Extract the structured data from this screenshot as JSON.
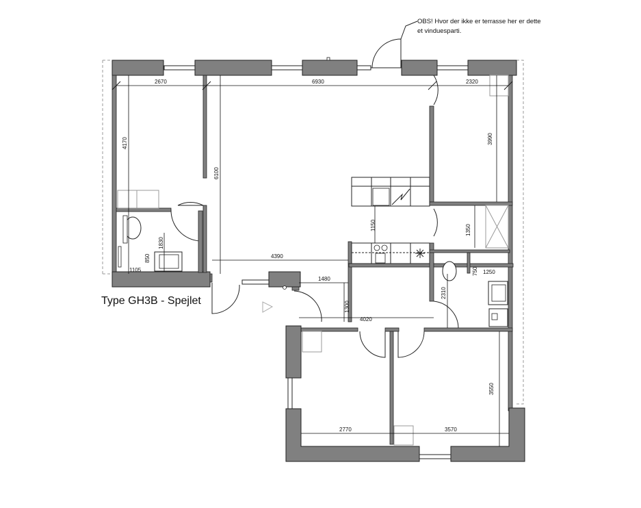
{
  "title": "Type GH3B - Spejlet",
  "note": {
    "line1": "OBS! Hvor der ikke er terrasse her er dette",
    "line2": "et vinduesparti."
  },
  "dimensions": {
    "top_left_room_width": "2670",
    "living_width": "6930",
    "top_right_room_width": "2320",
    "left_room_height": "4170",
    "living_height": "6100",
    "right_room_height": "3990",
    "bathroom_left_height": "1830",
    "bathroom_left_sink": "850",
    "bathroom_left_width": "1105",
    "living_lower_width": "4390",
    "kitchen_gap": "1150",
    "hall_width": "1480",
    "hall_height": "1300",
    "corridor_width": "4020",
    "closet_height": "1350",
    "bath_right_depth": "750",
    "bath_right_width": "1250",
    "wc_height": "2310",
    "bottom_right_room_height": "3550",
    "bottom_left_room_width": "2770",
    "bottom_right_room_width": "3570"
  },
  "icons": {
    "entrance": "north-arrow-triangle-icon"
  },
  "colors": {
    "wall": "#808080",
    "line": "#222222",
    "furniture": "#999999"
  }
}
